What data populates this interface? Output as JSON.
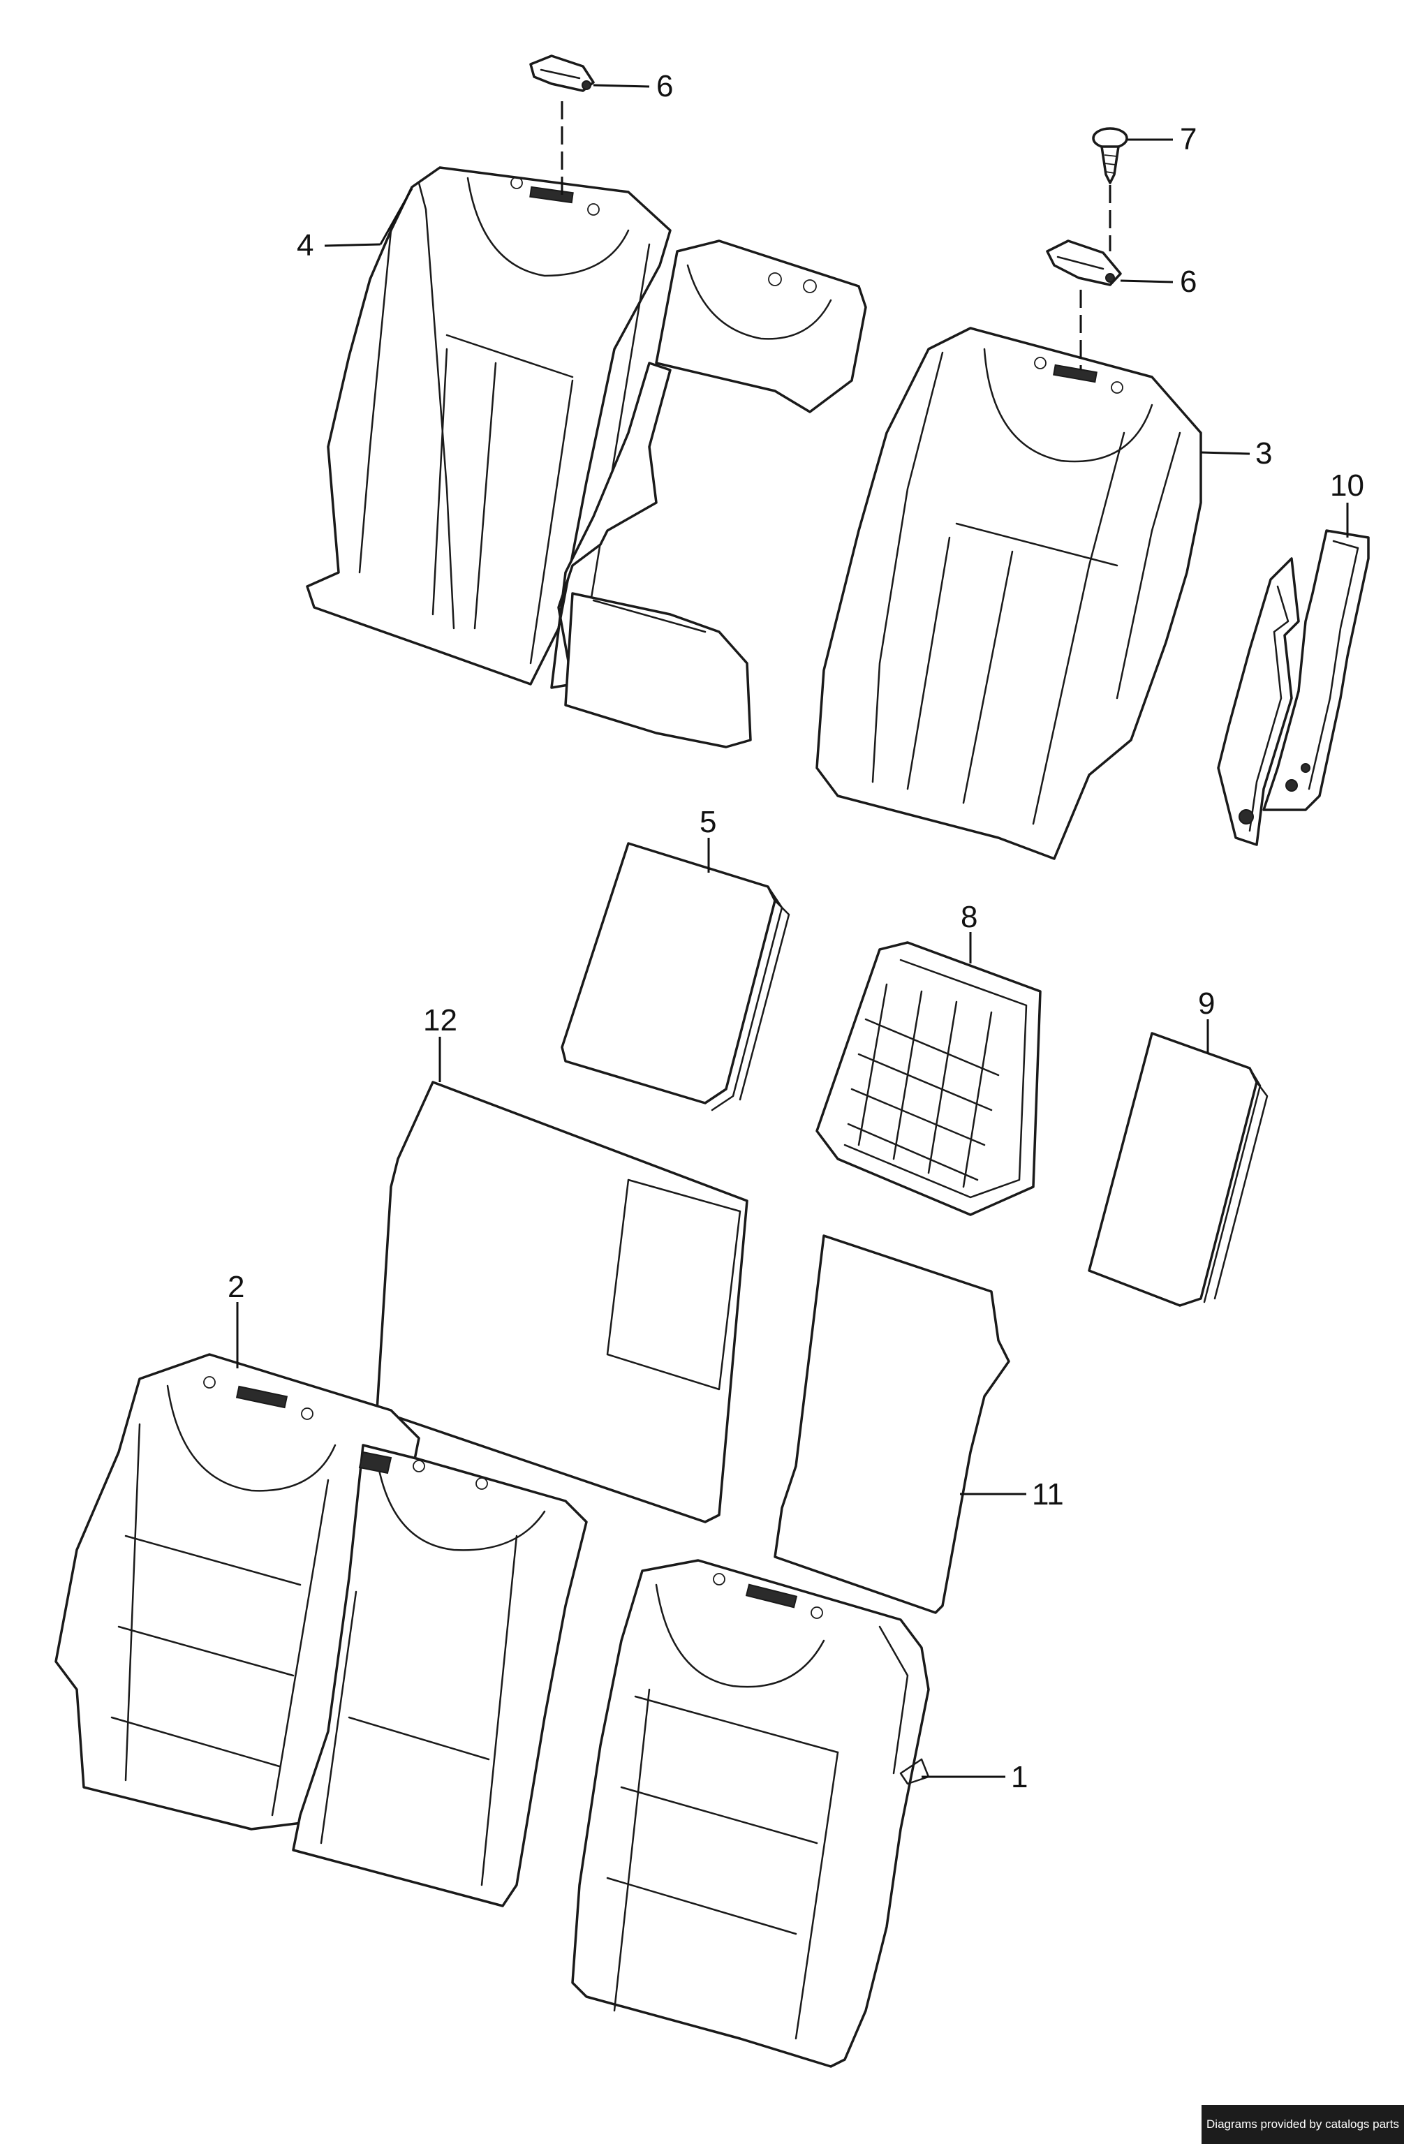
{
  "diagram": {
    "callouts": {
      "c1": "1",
      "c2": "2",
      "c3": "3",
      "c4": "4",
      "c5": "5",
      "c6a": "6",
      "c6b": "6",
      "c7": "7",
      "c8": "8",
      "c9": "9",
      "c10": "10",
      "c11": "11",
      "c12": "12"
    }
  },
  "footer": {
    "credit": "Diagrams provided by catalogs parts"
  }
}
